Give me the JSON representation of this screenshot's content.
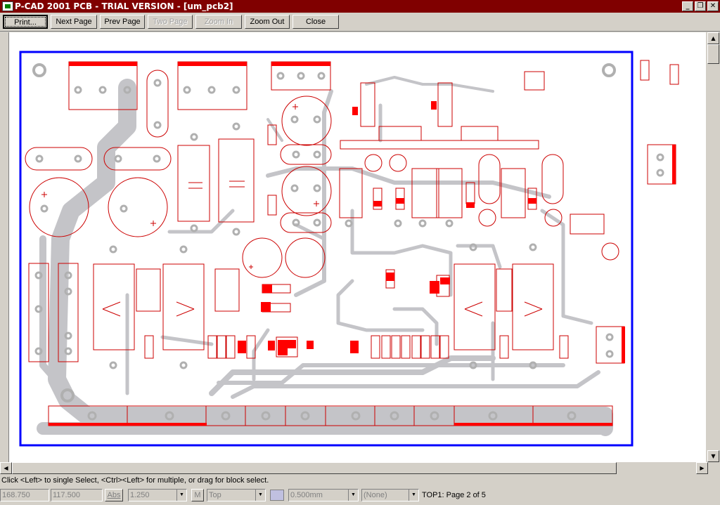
{
  "window": {
    "title": "P-CAD 2001 PCB - TRIAL VERSION  - [um_pcb2]"
  },
  "toolbar": {
    "print": "Print...",
    "next_page": "Next Page",
    "prev_page": "Prev Page",
    "two_page": "Two Page",
    "zoom_in": "Zoom In",
    "zoom_out": "Zoom Out",
    "close": "Close"
  },
  "status": {
    "hint": "Click <Left> to single Select, <Ctrl><Left> for multiple, or drag for block select."
  },
  "statusbar": {
    "x": "168.750",
    "y": "117.500",
    "abs": "Abs",
    "grid": "1.250",
    "m": "M",
    "layer": "Top",
    "width": "0.500mm",
    "none": "(None)",
    "page_info": "TOP1: Page 2 of 5"
  },
  "colors": {
    "board_outline": "#0000ff",
    "copper": "#c0c0c4",
    "silk": "#cc0000",
    "pad": "#ff0000"
  }
}
